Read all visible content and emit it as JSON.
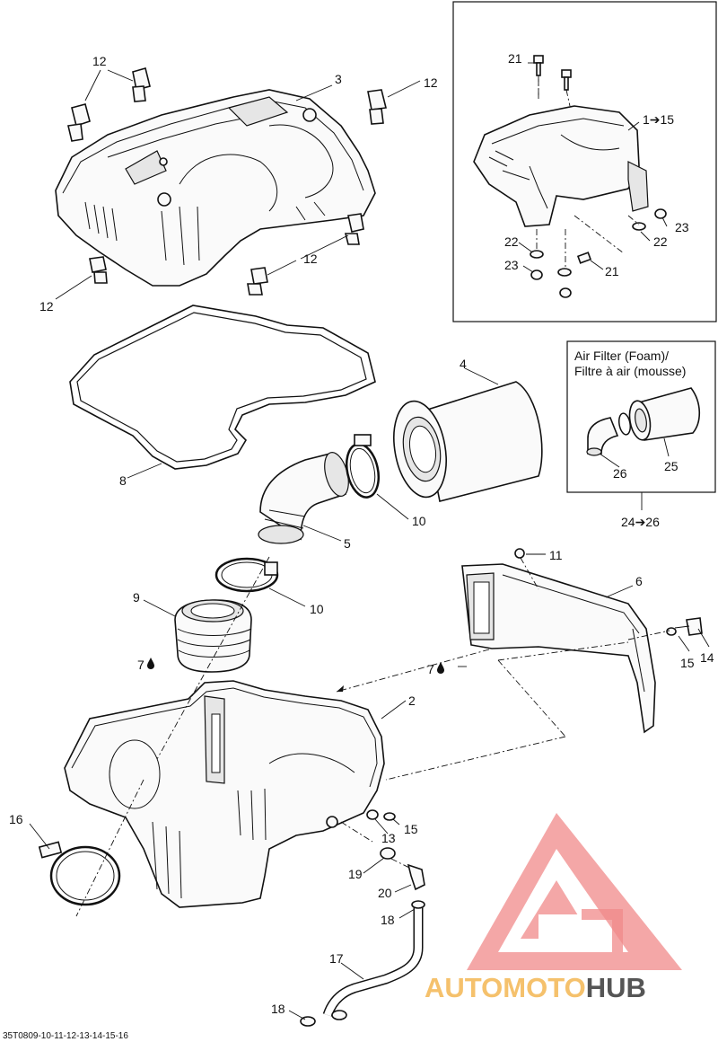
{
  "labels": {
    "l1": "1➔15",
    "l2": "2",
    "l3": "3",
    "l4": "4",
    "l5": "5",
    "l6": "6",
    "l7a": "7",
    "l7b": "7",
    "l8": "8",
    "l9": "9",
    "l10a": "10",
    "l10b": "10",
    "l11": "11",
    "l12a": "12",
    "l12b": "12",
    "l12c": "12",
    "l12d": "12",
    "l13": "13",
    "l14": "14",
    "l15a": "15",
    "l15b": "15",
    "l16": "16",
    "l17": "17",
    "l18a": "18",
    "l18b": "18",
    "l19": "19",
    "l20": "20",
    "l21a": "21",
    "l21b": "21",
    "l22a": "22",
    "l22b": "22",
    "l23a": "23",
    "l23b": "23",
    "l24": "24➔26",
    "l25": "25",
    "l26": "26"
  },
  "filter_box": {
    "title_line1": "Air Filter (Foam)/",
    "title_line2": "Filtre à air (mousse)"
  },
  "reference": "35T0809-10-11-12-13-14-15-16",
  "watermark": {
    "part1": "AUTOMOTO",
    "part2": "HUB",
    "color_primary": "#f08a8a",
    "color_secondary": "#f5c16c",
    "color_dark": "#555555"
  },
  "icons": {
    "oil_drop": "oil-drop-icon"
  }
}
